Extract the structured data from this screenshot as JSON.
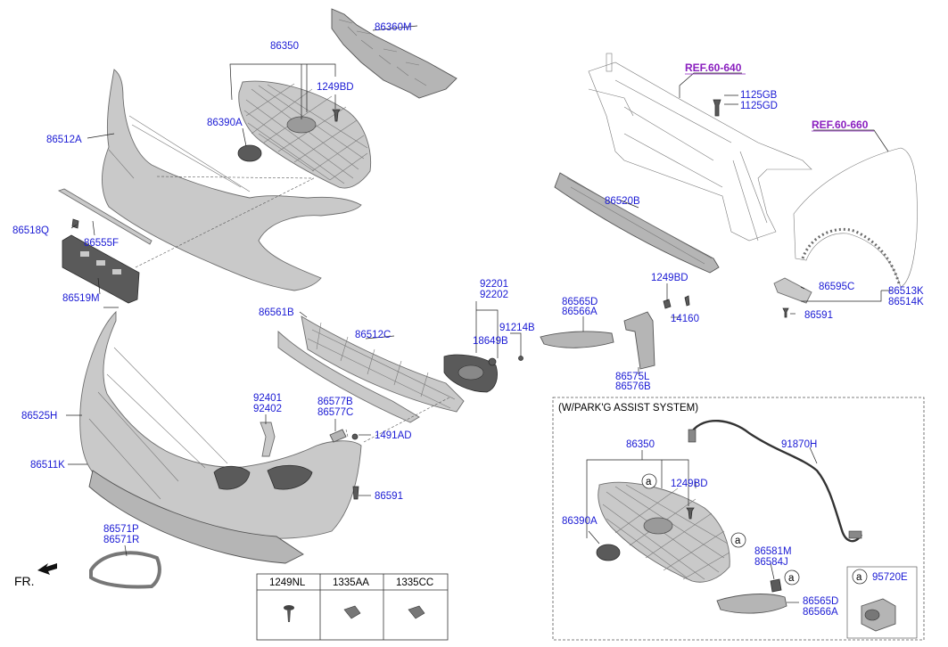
{
  "labels": {
    "p86360M": "86360M",
    "p86350": "86350",
    "p1249BD": "1249BD",
    "p86390A": "86390A",
    "p86512A": "86512A",
    "p86518Q": "86518Q",
    "p86555F": "86555F",
    "p86519M": "86519M",
    "p86561B": "86561B",
    "p86512C": "86512C",
    "p92201": "92201",
    "p92202": "92202",
    "p18649B": "18649B",
    "p91214B": "91214B",
    "p86565D": "86565D",
    "p86566A": "86566A",
    "p1249BD_r": "1249BD",
    "p14160": "14160",
    "p86575L": "86575L",
    "p86576B": "86576B",
    "p86520B": "86520B",
    "p1125GB": "1125GB",
    "p1125GD": "1125GD",
    "p86595C": "86595C",
    "p86513K": "86513K",
    "p86514K": "86514K",
    "p86591_r": "86591",
    "p86525H": "86525H",
    "p86511K": "86511K",
    "p92401": "92401",
    "p92402": "92402",
    "p86577B": "86577B",
    "p86577C": "86577C",
    "p1491AD": "1491AD",
    "p86591": "86591",
    "p86571P": "86571P",
    "p86571R": "86571R",
    "i86350": "86350",
    "i1249BD": "1249BD",
    "i86390A": "86390A",
    "p91870H": "91870H",
    "p86581M": "86581M",
    "p86584J": "86584J",
    "i86565D": "86565D",
    "i86566A": "86566A",
    "p95720E": "95720E"
  },
  "refs": {
    "r640": "REF.60-640",
    "r660": "REF.60-660"
  },
  "orientation": "FR.",
  "inset_title": "(W/PARK'G ASSIST SYSTEM)",
  "callout_letter": "a",
  "fastener_table": {
    "headers": [
      "1249NL",
      "1335AA",
      "1335CC"
    ]
  }
}
